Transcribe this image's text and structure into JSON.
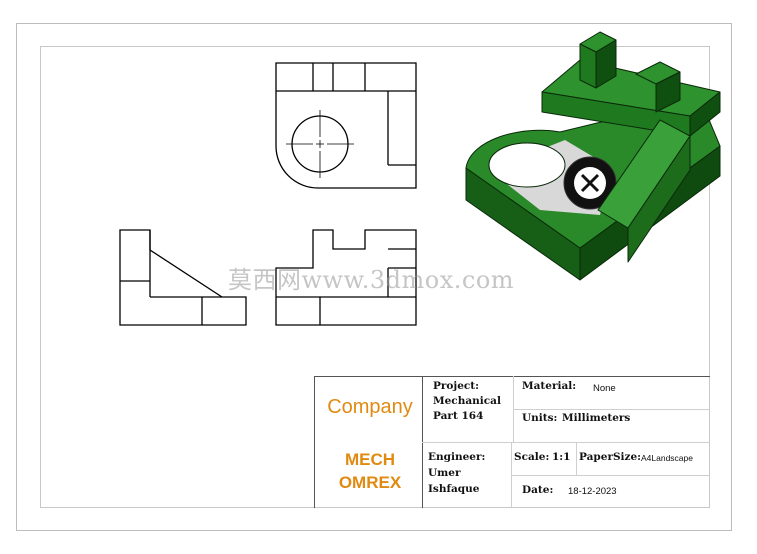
{
  "watermark": "莫西网www.3dmox.com",
  "title_block": {
    "company": "Company",
    "org_line1": "MECH",
    "org_line2": "OMREX",
    "project_label": "Project:",
    "project_line1": "Mechanical",
    "project_line2": "Part 164",
    "material_label": "Material:",
    "material_value": "None",
    "units_label": "Units:",
    "units_value": "Millimeters",
    "engineer_label": "Engineer:",
    "engineer_line1": "Umer",
    "engineer_line2": "Ishfaque",
    "scale_label": "Scale:",
    "scale_value": "1:1",
    "papersize_label": "PaperSize:",
    "papersize_value": "A4Landscape",
    "date_label": "Date:",
    "date_value": "18-12-2023"
  },
  "colors": {
    "model_green": "#1f7a1f",
    "model_green_dark": "#0f4f0f",
    "company_orange": "#e08a12"
  }
}
